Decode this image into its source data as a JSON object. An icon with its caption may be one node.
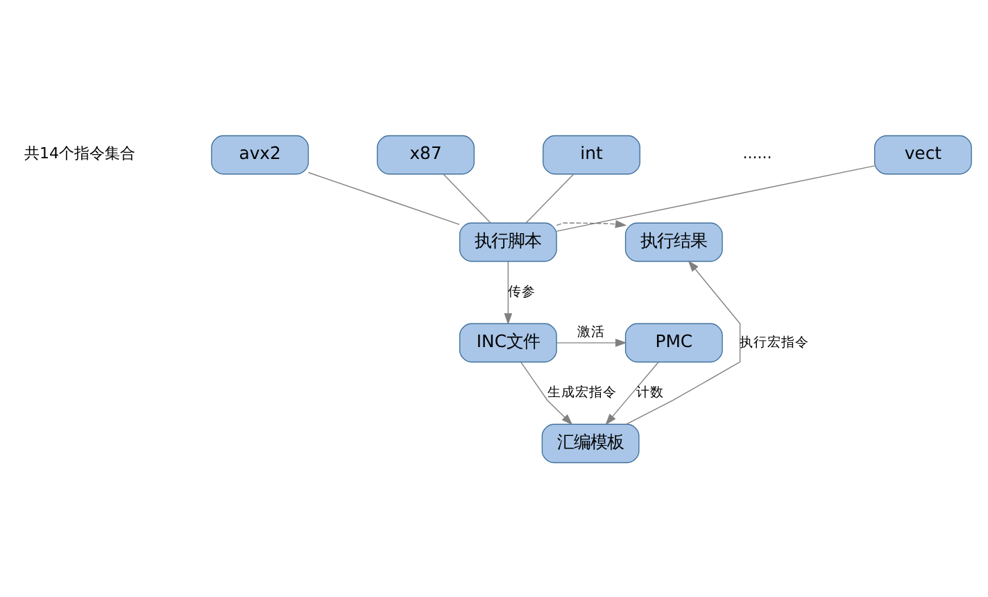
{
  "diagram": {
    "nodes": [
      {
        "text": [
          "avx2"
        ]
      },
      {
        "text": [
          "x87"
        ]
      },
      {
        "text": [
          "int"
        ]
      },
      {
        "text": [
          "vect"
        ]
      },
      {
        "text": [
          "执行脚本"
        ]
      },
      {
        "text": [
          "执行结果"
        ]
      },
      {
        "text": [
          "PMC"
        ]
      },
      {
        "text": [
          "INC文件"
        ]
      },
      {
        "text": [
          "汇编模板"
        ]
      }
    ],
    "edges": [
      {
        "from": 0,
        "to": 4,
        "arrow": "none"
      },
      {
        "from": 1,
        "to": 4,
        "arrow": "none"
      },
      {
        "from": 2,
        "to": 4,
        "arrow": "none"
      },
      {
        "from": 3,
        "to": 4,
        "arrow": "none"
      },
      {
        "from": 4,
        "to": 5,
        "arrow": "to",
        "style": "dashed"
      },
      {
        "from": 4,
        "to": 7,
        "arrow": "to",
        "label": "传参"
      },
      {
        "from": 7,
        "to": 6,
        "arrow": "to",
        "label": "激活"
      },
      {
        "from": 7,
        "to": 8,
        "arrow": "to",
        "label": "生成宏指令"
      },
      {
        "from": 6,
        "to": 8,
        "arrow": "to",
        "label": "计数"
      },
      {
        "from": 8,
        "to": 5,
        "arrow": "to",
        "label": "执行宏指令"
      }
    ],
    "labels": [
      "共14个指令集合",
      "......"
    ]
  }
}
